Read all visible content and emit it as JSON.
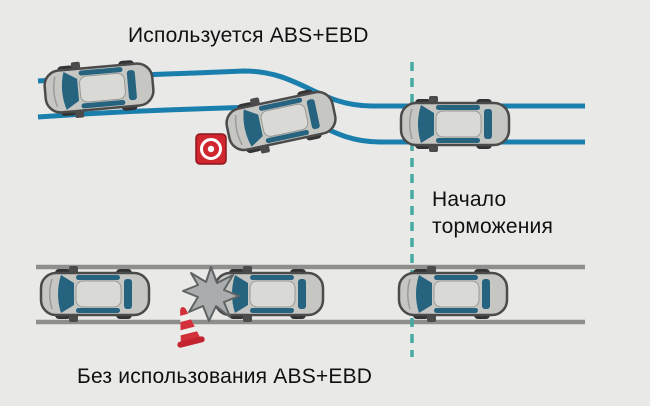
{
  "diagram": {
    "with_abs_label": "Используется ABS+EBD",
    "without_abs_label": "Без использования ABS+EBD",
    "braking_start": {
      "line1": "Начало",
      "line2": "торможения"
    }
  },
  "colors": {
    "background": "#e9e9e7",
    "abs_road": "#1b7fae",
    "no_abs_road": "#8e8e8c",
    "braking_marker": "#47a9a2",
    "obstacle": "#cf2630",
    "cone_red": "#d2303a",
    "burst_gray": "#a9adad",
    "text": "#101010"
  },
  "icons": {
    "obstacle": "target-obstacle-icon",
    "collision": "collision-burst-icon",
    "cone": "traffic-cone-icon",
    "vehicle": "car-icon"
  },
  "scene": {
    "cars_with_abs": 3,
    "cars_without_abs": 3
  }
}
